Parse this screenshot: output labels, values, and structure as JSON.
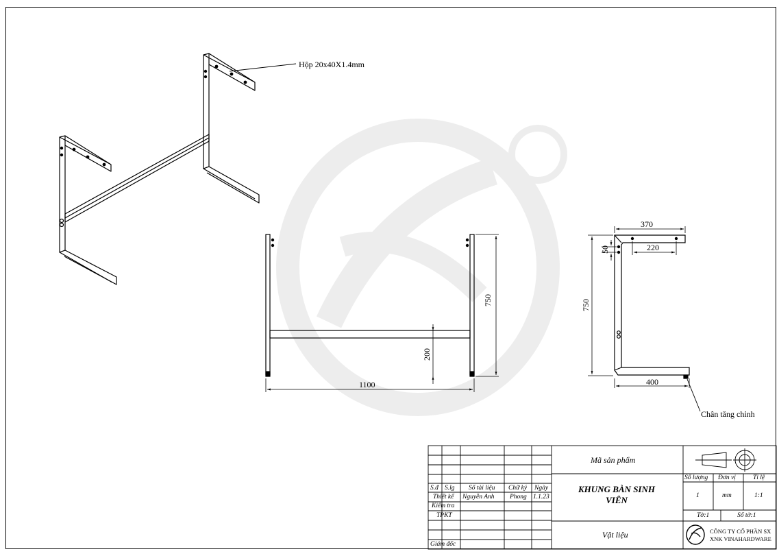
{
  "annotations": {
    "profile_label": "Hộp 20x40X1.4mm",
    "foot_label": "Chân tăng chỉnh"
  },
  "dimensions": {
    "front_width": "1100",
    "front_height": "750",
    "front_crossbar": "200",
    "side_top_depth": "370",
    "side_hole_spacing": "220",
    "side_top_offset": "50",
    "side_height": "750",
    "side_bottom_depth": "400"
  },
  "title_block": {
    "header": [
      "S.đ",
      "S.lg",
      "Số tài liệu",
      "Chữ ký",
      "Ngày"
    ],
    "rows": [
      {
        "role": "Thiết kế",
        "name": "Nguyễn Anh",
        "signature": "Phong",
        "date": "1.1.23"
      },
      {
        "role": "Kiểm tra",
        "name": "",
        "signature": "",
        "date": ""
      },
      {
        "role": "TPKT",
        "name": "",
        "signature": "",
        "date": ""
      },
      {
        "role": "Giám đốc",
        "name": "",
        "signature": "",
        "date": ""
      }
    ],
    "product_code_label": "Mã sản phẩm",
    "title": "KHUNG BÀN SINH VIÊN",
    "material_label": "Vật liệu",
    "quantity_label": "Số lượng",
    "unit_label": "Đơn vị",
    "scale_label": "Tỉ lệ",
    "quantity": "1",
    "unit": "mm",
    "scale": "1:1",
    "sheet": "Tờ:1",
    "sheet_count": "Số tờ:1",
    "company_line1": "CÔNG TY CỔ PHẦN SX",
    "company_line2": "XNK VINAHARDWARE"
  },
  "colors": {
    "line": "#000000",
    "watermark": "#e8e8e8"
  }
}
